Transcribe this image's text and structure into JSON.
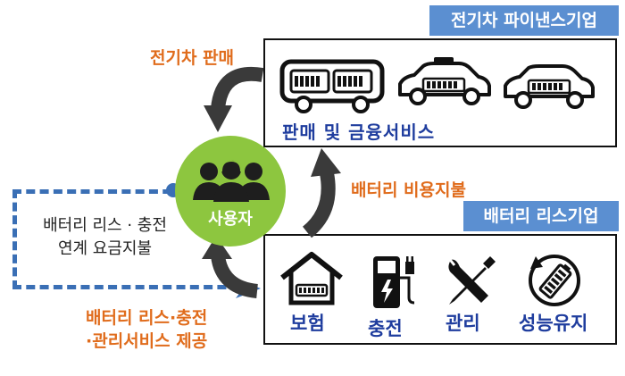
{
  "finance_company": {
    "title": "전기차 파이낸스기업",
    "service_label": "판매 및 금융서비스",
    "icons": [
      "bus-with-battery-icon",
      "taxi-with-battery-icon",
      "car-with-battery-icon"
    ]
  },
  "lease_company": {
    "title": "배터리 리스기업",
    "services": [
      {
        "label": "보험",
        "icon": "house-battery-icon"
      },
      {
        "label": "충전",
        "icon": "charging-station-icon"
      },
      {
        "label": "관리",
        "icon": "wrench-screwdriver-icon"
      },
      {
        "label": "성능유지",
        "icon": "battery-cycle-icon"
      }
    ]
  },
  "center": {
    "user_label": "사용자",
    "icon": "users-icon"
  },
  "flows": {
    "ev_sales": "전기차 판매",
    "battery_fee": "배터리 비용지불",
    "lease_payment_line1": "배터리 리스 · 충전",
    "lease_payment_line2": "연계 요금지불",
    "lease_service_line1": "배터리 리스·충전",
    "lease_service_line2": "·관리서비스 제공"
  },
  "colors": {
    "tag_blue": "#5b8fd1",
    "user_green": "#8dc63f",
    "flow_orange": "#e06c1c",
    "service_blue": "#1f3d9e",
    "dashed_blue": "#3a6fb5",
    "arrow_dark": "#3a3a3a"
  }
}
